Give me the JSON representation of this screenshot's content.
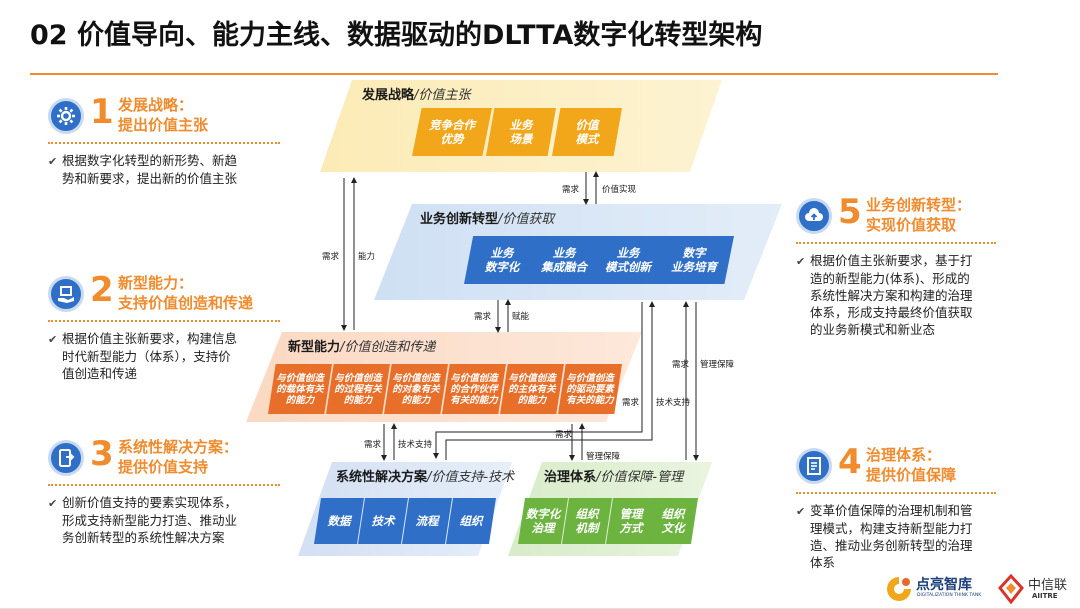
{
  "title": "02 价值导向、能力主线、数据驱动的DLTTA数字化转型架构",
  "colors": {
    "accent": "#f08c2e",
    "icon_blue": "#2f6fc7"
  },
  "left_items": [
    {
      "icon": "gear-icon",
      "num": "1",
      "head1": "发展战略：",
      "head2": "提出价值主张",
      "desc": [
        "根据数字化转型的新形势、新趋",
        "势和新要求，提出新的价值主张"
      ]
    },
    {
      "icon": "hand-box-icon",
      "num": "2",
      "head1": "新型能力：",
      "head2": "支持价值创造和传递",
      "desc": [
        "根据价值主张新要求，构建信息",
        "时代新型能力（体系），支持价",
        "值创造和传递"
      ]
    },
    {
      "icon": "mobile-icon",
      "num": "3",
      "head1": "系统性解决方案：",
      "head2": "提供价值支持",
      "desc": [
        "创新价值支持的要素实现体系，",
        "形成支持新型能力打造、推动业",
        "务创新转型的系统性解决方案"
      ]
    }
  ],
  "right_items": [
    {
      "icon": "cloud-upload-icon",
      "num": "5",
      "head1": "业务创新转型：",
      "head2": "实现价值获取",
      "desc": [
        "根据价值主张新要求，基于打",
        "造的新型能力(体系)、形成的",
        "系统性解决方案和构建的治理",
        "体系，形成支持最终价值获取",
        "的业务新模式和新业态"
      ]
    },
    {
      "icon": "document-icon",
      "num": "4",
      "head1": "治理体系：",
      "head2": "提供价值保障",
      "desc": [
        "变革价值保障的治理机制和管",
        "理模式，构建支持新型能力打",
        "造、推动业务创新转型的治理",
        "体系"
      ]
    }
  ],
  "diagram": {
    "strategy": {
      "title": "发展战略",
      "sub": "/价值主张",
      "boxes": [
        "竞争合作\n优势",
        "业务\n场景",
        "价值\n模式"
      ]
    },
    "business": {
      "title": "业务创新转型",
      "sub": "/价值获取",
      "boxes": [
        "业务\n数字化",
        "业务\n集成融合",
        "业务\n模式创新",
        "数字\n业务培育"
      ]
    },
    "capability": {
      "title": "新型能力",
      "sub": "/价值创造和传递",
      "boxes": [
        "与价值创造\n的载体有关\n的能力",
        "与价值创造\n的过程有关\n的能力",
        "与价值创造\n的对象有关\n的能力",
        "与价值创造\n的合作伙伴\n有关的能力",
        "与价值创造\n的主体有关\n的能力",
        "与价值创造\n的驱动要素\n有关的能力"
      ]
    },
    "solution": {
      "title": "系统性解决方案",
      "sub": "/价值支持-技术",
      "boxes": [
        "数据",
        "技术",
        "流程",
        "组织"
      ]
    },
    "governance": {
      "title": "治理体系",
      "sub": "/价值保障-管理",
      "boxes": [
        "数字化\n治理",
        "组织\n机制",
        "管理\n方式",
        "组织\n文化"
      ]
    },
    "labels": {
      "need": "需求",
      "value_realize": "价值实现",
      "ability": "能力",
      "empower": "赋能",
      "tech_support": "技术支持",
      "mgmt_guarantee": "管理保障"
    }
  },
  "logos": {
    "left_name": "点亮智库",
    "left_sub": "DIGITALIZATION THINK TANK",
    "right_name": "中信联",
    "right_sub": "AIITRE"
  }
}
